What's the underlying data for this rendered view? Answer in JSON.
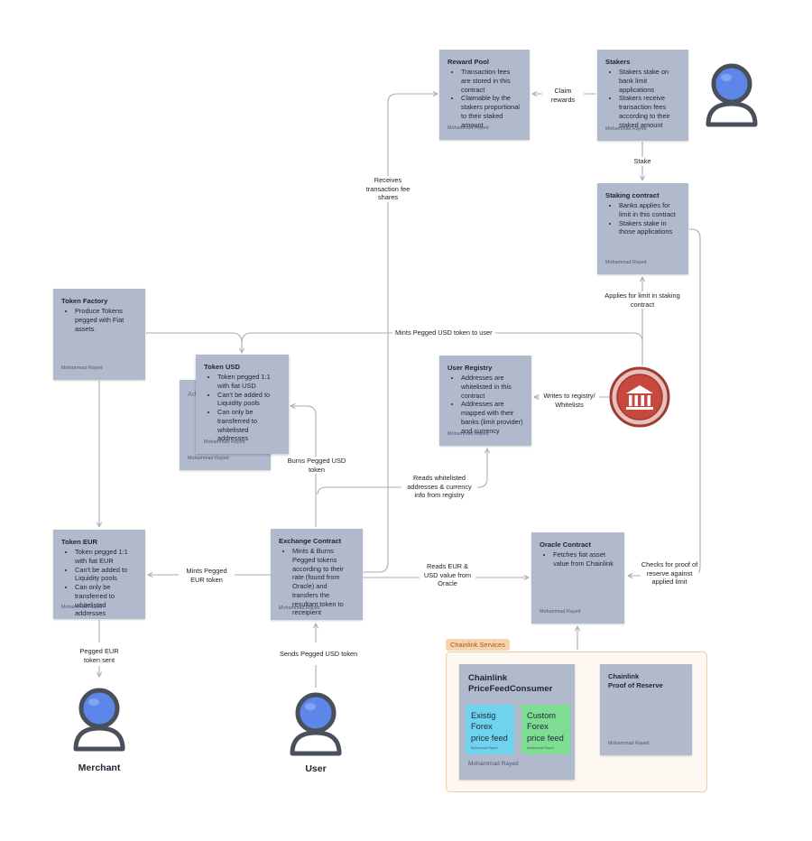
{
  "nodes": {
    "reward_pool": {
      "title": "Reward Pool",
      "bullets": [
        "Transaction fees are stored in this contract",
        "Claimable by the stakers proportional to their staked amount"
      ],
      "author": "Mohammad Rayed"
    },
    "stakers": {
      "title": "Stakers",
      "bullets": [
        "Stakers stake on bank limit applications",
        "Stakers receive transaction fees according to their staked amount"
      ],
      "author": "Mohammad Rayed"
    },
    "staking_contract": {
      "title": "Staking contract",
      "bullets": [
        "Banks applies for limit in this contract",
        "Stakers stake in those applications"
      ],
      "author": "Mohammad Rayed"
    },
    "token_factory": {
      "title": "Token Factory",
      "bullets": [
        "Produce Tokens pegged with Fiat assets."
      ],
      "author": "Mohammad Rayed"
    },
    "token_usd": {
      "title": "Token USD",
      "bullets": [
        "Token pegged 1:1 with fiat USD",
        "Can't be added to Liquidity pools",
        "Can only be transferred to whitelisted addresses"
      ],
      "author": "Mohammad Rayed",
      "back_card_text": "Ad",
      "back_card_author": "Mohammad Rayed"
    },
    "user_registry": {
      "title": "User Registry",
      "bullets": [
        "Addresses are whitelisted in this contract",
        "Addresses are mapped with their banks (limit provider) and currency"
      ],
      "author": "Mohammad Rayed"
    },
    "token_eur": {
      "title": "Token EUR",
      "bullets": [
        "Token pegged 1:1 with fiat EUR",
        "Can't be added to Liquidity pools",
        "Can only be transferred to whitelisted addresses"
      ],
      "author": "Mohammad Rayed"
    },
    "exchange_contract": {
      "title": "Exchange Contract",
      "bullets": [
        "Mints & Burns Pegged tokens according to their rate (found from Oracle) and transfers the resultant token to receipient"
      ],
      "author": "Mohammad Rayed"
    },
    "oracle_contract": {
      "title": "Oracle Contract",
      "bullets": [
        "Fetches fiat asset value from Chainlink"
      ],
      "author": "Mohammad Rayed"
    }
  },
  "chainlink": {
    "frame_label": "Chainlink Services",
    "price_feed": {
      "title_line1": "Chainlink",
      "title_line2": "PriceFeedConsumer",
      "author": "Mohammad Rayed",
      "sticky_existing": "Existig Forex price feed",
      "sticky_custom": "Custom Forex price feed",
      "sticky_existing_author": "Mohammad Rayed",
      "sticky_custom_author": "Mohammad Rayed",
      "sticky_existing_color": "#6fd3ef",
      "sticky_custom_color": "#7edc93"
    },
    "proof_of_reserve": {
      "title_line1": "Chainlink",
      "title_line2": "Proof of Reserve",
      "author": "Mohammad Rayed"
    }
  },
  "edges": {
    "claim_rewards": "Claim rewards",
    "stake": "Stake",
    "receives_fee_shares": "Receives transaction fee shares",
    "applies_for_limit": "Applies for limit in staking contract",
    "mints_usd_to_user": "Mints Pegged USD token to user",
    "writes_to_registry": "Writes to registry/ Whitelists",
    "burns_usd": "Burns Pegged USD token",
    "reads_whitelisted": "Reads whitelisted addresses & currency info from registry",
    "mints_eur": "Mints Pegged EUR token",
    "reads_eur_usd": "Reads EUR & USD value from Oracle",
    "checks_proof": "Checks for proof of reserve against applied limit",
    "pegged_eur_sent": "Pegged EUR token sent",
    "sends_usd": "Sends Pegged USD token"
  },
  "actors": {
    "merchant": "Merchant",
    "user": "User"
  },
  "icons": {
    "person": "person-icon",
    "bank": "bank-icon"
  },
  "colors": {
    "note": "#b1bacd",
    "wire": "#a9aeb8",
    "person_blue": "#5c86e8",
    "bank_red": "#c8483e"
  }
}
